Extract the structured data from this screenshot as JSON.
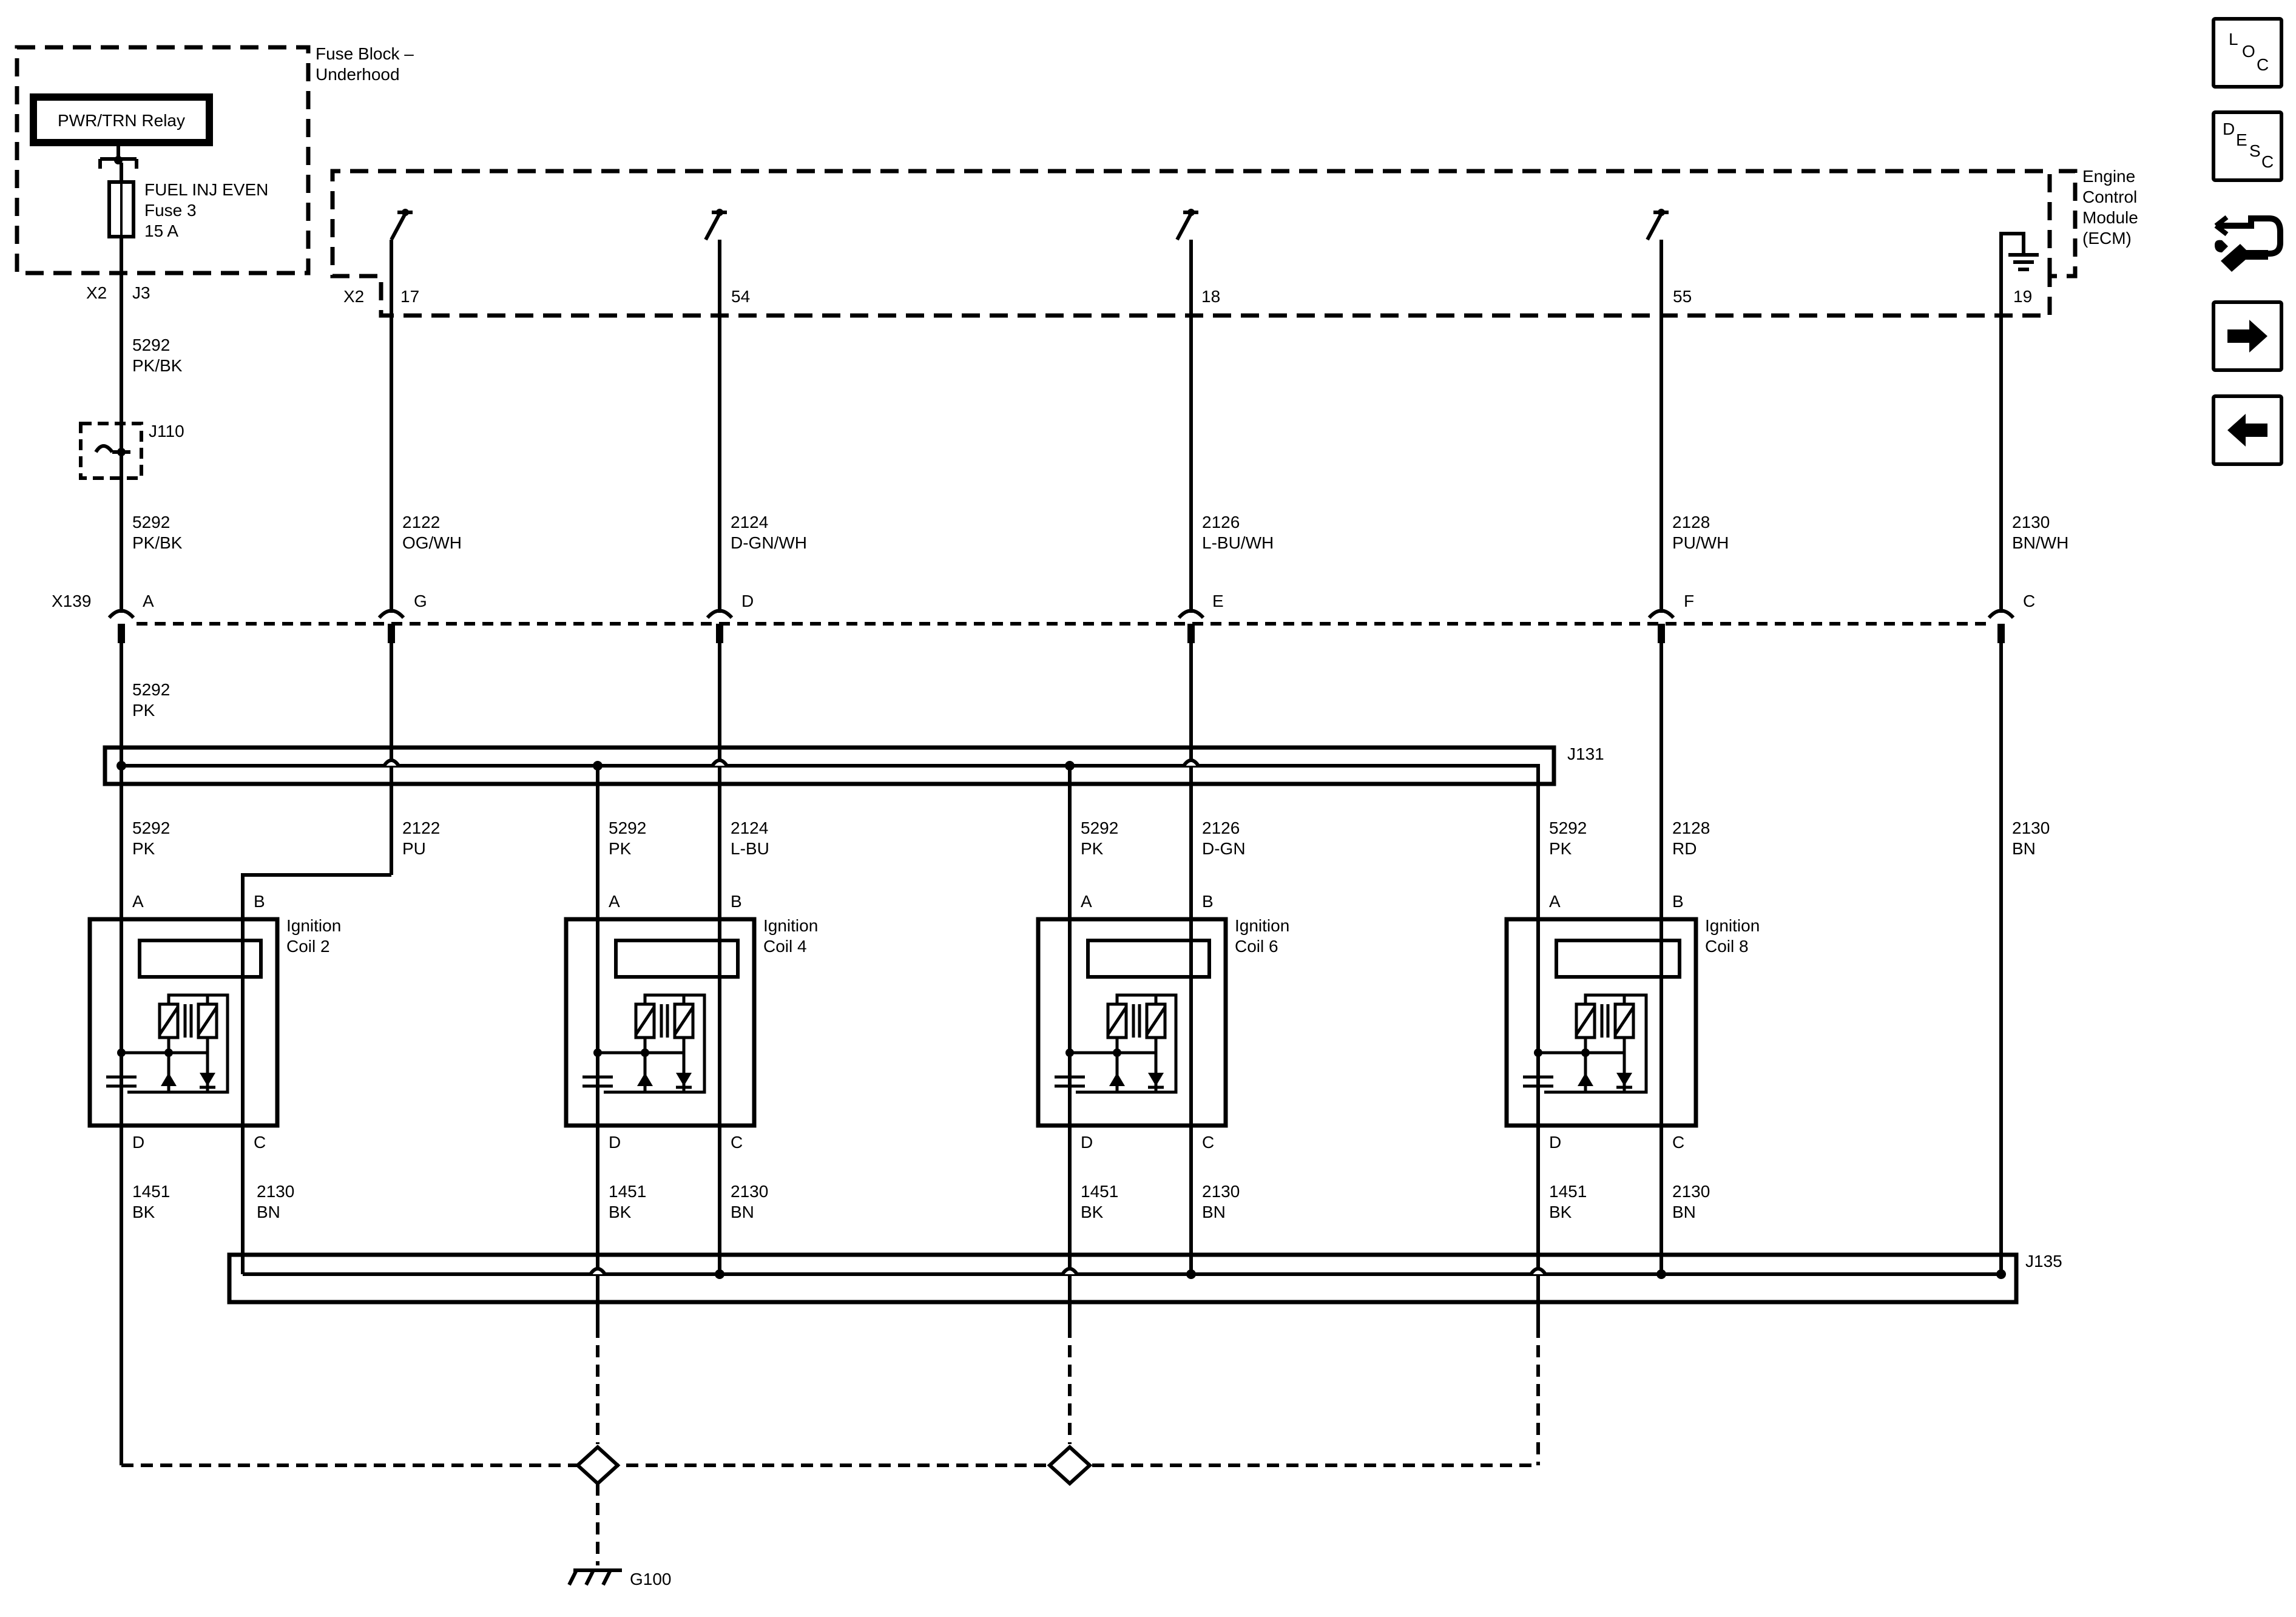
{
  "fuse_block": {
    "title_line1": "Fuse Block –",
    "title_line2": "Underhood",
    "relay_label": "PWR/TRN Relay",
    "fuse_name": "FUEL INJ EVEN",
    "fuse_number": "Fuse 3",
    "fuse_rating": "15 A",
    "connector": "X2",
    "terminal": "J3"
  },
  "ecm": {
    "label_lines": [
      "Engine",
      "Control",
      "Module",
      "(ECM)"
    ],
    "connector": "X2",
    "pins": [
      "17",
      "54",
      "18",
      "55",
      "19"
    ]
  },
  "splices": {
    "j110": "J110",
    "j131": "J131",
    "j135": "J135"
  },
  "upper_wires": [
    {
      "circuit": "5292",
      "color": "PK/BK"
    },
    {
      "circuit": "5292",
      "color": "PK/BK"
    }
  ],
  "ecm_wires": [
    {
      "circuit": "2122",
      "color": "OG/WH"
    },
    {
      "circuit": "2124",
      "color": "D-GN/WH"
    },
    {
      "circuit": "2126",
      "color": "L-BU/WH"
    },
    {
      "circuit": "2128",
      "color": "PU/WH"
    },
    {
      "circuit": "2130",
      "color": "BN/WH"
    }
  ],
  "connector_x139": {
    "name": "X139",
    "terminals": [
      "A",
      "G",
      "D",
      "E",
      "F",
      "C"
    ]
  },
  "feed_wire": {
    "circuit": "5292",
    "color": "PK"
  },
  "coil_feed_wires": [
    {
      "circuit": "5292",
      "color": "PK"
    },
    {
      "circuit": "5292",
      "color": "PK"
    },
    {
      "circuit": "5292",
      "color": "PK"
    },
    {
      "circuit": "5292",
      "color": "PK"
    }
  ],
  "coil_signal_wires": [
    {
      "circuit": "2122",
      "color": "PU"
    },
    {
      "circuit": "2124",
      "color": "L-BU"
    },
    {
      "circuit": "2126",
      "color": "D-GN"
    },
    {
      "circuit": "2128",
      "color": "RD"
    }
  ],
  "ecm_ground_wire": {
    "circuit": "2130",
    "color": "BN"
  },
  "coils": [
    {
      "name_line1": "Ignition",
      "name_line2": "Coil 2",
      "pin_a": "A",
      "pin_b": "B",
      "pin_c": "C",
      "pin_d": "D"
    },
    {
      "name_line1": "Ignition",
      "name_line2": "Coil 4",
      "pin_a": "A",
      "pin_b": "B",
      "pin_c": "C",
      "pin_d": "D"
    },
    {
      "name_line1": "Ignition",
      "name_line2": "Coil 6",
      "pin_a": "A",
      "pin_b": "B",
      "pin_c": "C",
      "pin_d": "D"
    },
    {
      "name_line1": "Ignition",
      "name_line2": "Coil 8",
      "pin_a": "A",
      "pin_b": "B",
      "pin_c": "C",
      "pin_d": "D"
    }
  ],
  "coil_ground_wires": [
    {
      "circuit": "1451",
      "color": "BK"
    },
    {
      "circuit": "1451",
      "color": "BK"
    },
    {
      "circuit": "1451",
      "color": "BK"
    },
    {
      "circuit": "1451",
      "color": "BK"
    }
  ],
  "coil_low_ref_wires": [
    {
      "circuit": "2130",
      "color": "BN"
    },
    {
      "circuit": "2130",
      "color": "BN"
    },
    {
      "circuit": "2130",
      "color": "BN"
    },
    {
      "circuit": "2130",
      "color": "BN"
    }
  ],
  "ground": {
    "name": "G100"
  },
  "nav_buttons": {
    "loc_letters": [
      "L",
      "O",
      "C"
    ],
    "desc_letters": [
      "D",
      "E",
      "S",
      "C"
    ],
    "icons": [
      "connector-tools-icon",
      "arrow-right-icon",
      "arrow-left-icon"
    ]
  }
}
